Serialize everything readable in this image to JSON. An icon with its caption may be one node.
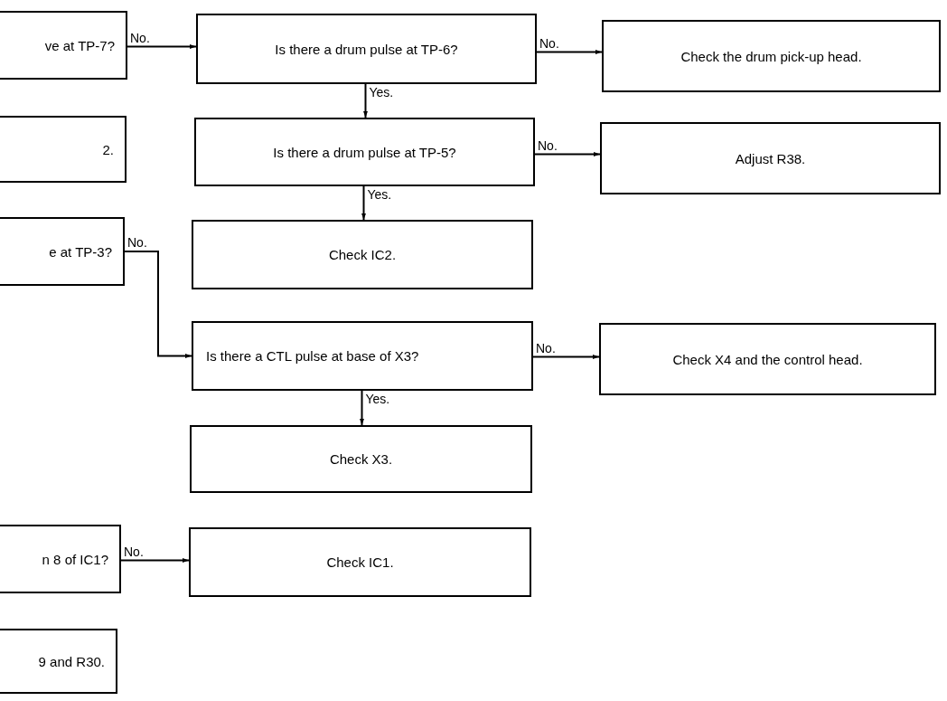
{
  "diagram": {
    "nodes": [
      {
        "text": [
          "ve at TP-7?"
        ]
      },
      {
        "text": [
          "Is there a drum pulse at TP-6?"
        ]
      },
      {
        "text": [
          "Check the drum pick-up head."
        ]
      },
      {
        "text": [
          "2."
        ]
      },
      {
        "text": [
          "Is there a drum pulse at TP-5?"
        ]
      },
      {
        "text": [
          "Adjust R38."
        ]
      },
      {
        "text": [
          "e at TP-3?"
        ]
      },
      {
        "text": [
          "Check IC2."
        ]
      },
      {
        "text": [
          "Is there a CTL pulse at base of X3?"
        ]
      },
      {
        "text": [
          "Check X4 and the control head."
        ]
      },
      {
        "text": [
          "Check X3."
        ]
      },
      {
        "text": [
          "n 8 of IC1?"
        ]
      },
      {
        "text": [
          "Check IC1."
        ]
      },
      {
        "text": [
          "9 and R30."
        ]
      }
    ],
    "edges": [
      {
        "from": 0,
        "to": 1,
        "arrow": "to",
        "label": "No."
      },
      {
        "from": 1,
        "to": 2,
        "arrow": "to",
        "label": "No."
      },
      {
        "from": 1,
        "to": 4,
        "arrow": "to",
        "label": "Yes."
      },
      {
        "from": 4,
        "to": 5,
        "arrow": "to",
        "label": "No."
      },
      {
        "from": 4,
        "to": 7,
        "arrow": "to",
        "label": "Yes."
      },
      {
        "from": 6,
        "to": 8,
        "arrow": "to",
        "label": "No."
      },
      {
        "from": 8,
        "to": 9,
        "arrow": "to",
        "label": "No."
      },
      {
        "from": 8,
        "to": 10,
        "arrow": "to",
        "label": "Yes."
      },
      {
        "from": 11,
        "to": 12,
        "arrow": "to",
        "label": "No."
      }
    ]
  }
}
